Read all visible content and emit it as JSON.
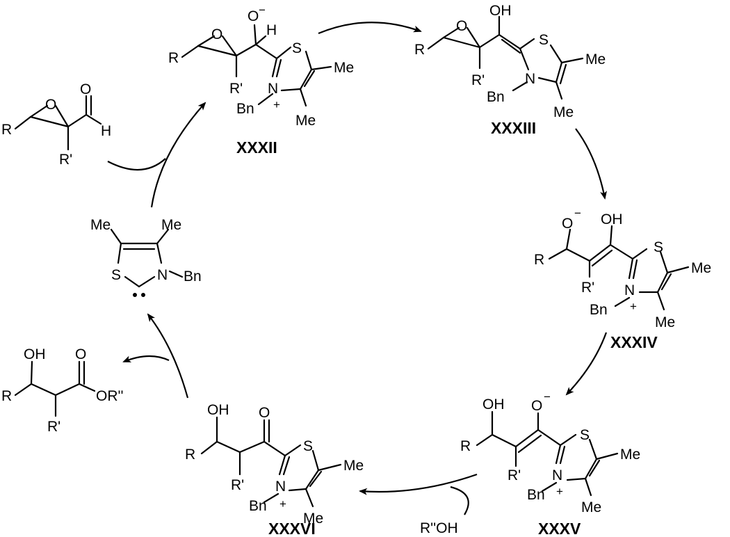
{
  "atoms": {
    "R": "R",
    "R1": "R'",
    "O": "O",
    "H": "H",
    "S": "S",
    "N": "N",
    "OH": "OH",
    "Me": "Me",
    "Bn": "Bn",
    "OR2": "OR''",
    "R2OH": "R''OH"
  },
  "charges": {
    "minus": "−",
    "plus": "+"
  },
  "compounds": {
    "c32": "XXXII",
    "c33": "XXXIII",
    "c34": "XXXIV",
    "c35": "XXXV",
    "c36": "XXXVI"
  }
}
